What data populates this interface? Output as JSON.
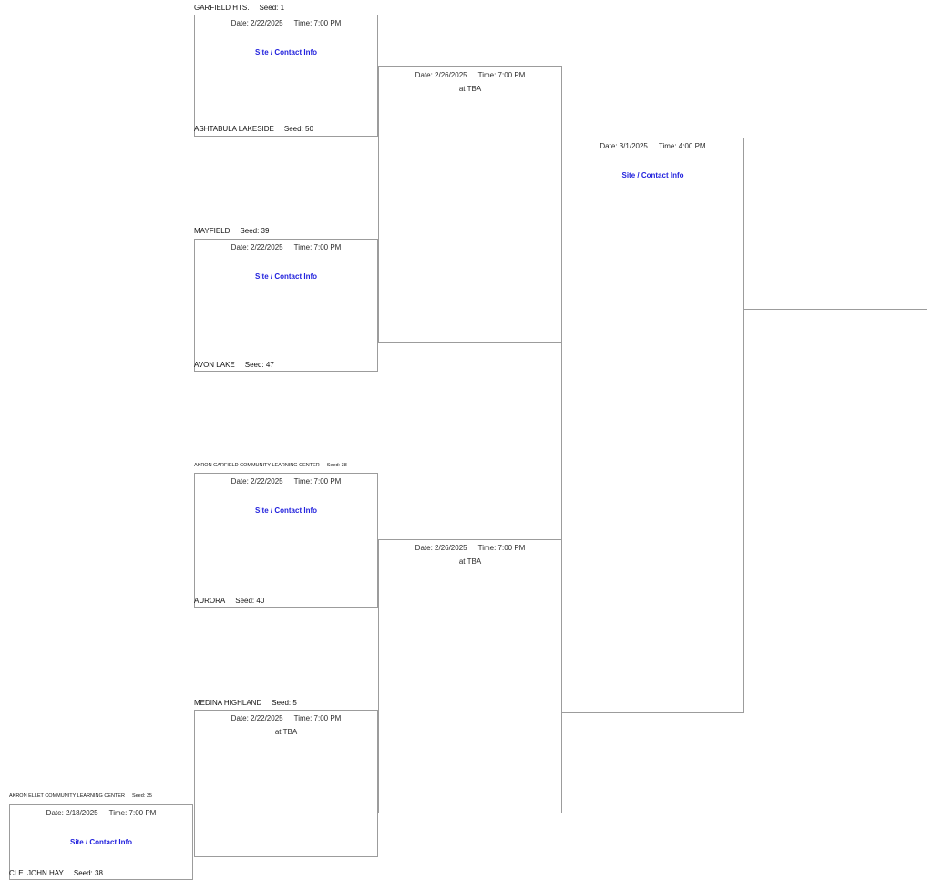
{
  "colors": {
    "line": "#9c9c9c",
    "date_text": "#2a2a2a",
    "team_text": "#111111",
    "link_blue": "#2222dd",
    "background": "#ffffff"
  },
  "games": {
    "g1": {
      "top_name": "GARFIELD HTS.",
      "top_seed": "Seed: 1",
      "bottom_name": "ASHTABULA LAKESIDE",
      "bottom_seed": "Seed: 50",
      "date": "Date: 2/22/2025",
      "time": "Time: 7:00 PM",
      "site": "Site / Contact Info"
    },
    "g2": {
      "top_name": "MAYFIELD",
      "top_seed": "Seed: 39",
      "bottom_name": "AVON LAKE",
      "bottom_seed": "Seed: 47",
      "date": "Date: 2/22/2025",
      "time": "Time: 7:00 PM",
      "site": "Site / Contact Info"
    },
    "g3": {
      "top_name": "AKRON GARFIELD COMMUNITY LEARNING CENTER",
      "top_seed": "Seed: 38",
      "bottom_name": "AURORA",
      "bottom_seed": "Seed: 40",
      "date": "Date: 2/22/2025",
      "time": "Time: 7:00 PM",
      "site": "Site / Contact Info"
    },
    "g4": {
      "top_name": "MEDINA HIGHLAND",
      "top_seed": "Seed: 5",
      "date": "Date: 2/22/2025",
      "time": "Time: 7:00 PM",
      "venue": "at TBA"
    },
    "playin": {
      "top_name": "AKRON ELLET COMMUNITY LEARNING CENTER",
      "top_seed": "Seed: 35",
      "bottom_name": "CLE. JOHN HAY",
      "bottom_seed": "Seed: 38",
      "date": "Date: 2/18/2025",
      "time": "Time: 7:00 PM",
      "site": "Site / Contact Info"
    },
    "semi_top": {
      "date": "Date: 2/26/2025",
      "time": "Time: 7:00 PM",
      "venue": "at TBA"
    },
    "semi_bottom": {
      "date": "Date: 2/26/2025",
      "time": "Time: 7:00 PM",
      "venue": "at TBA"
    },
    "final": {
      "date": "Date: 3/1/2025",
      "time": "Time: 4:00 PM",
      "site": "Site / Contact Info"
    }
  }
}
